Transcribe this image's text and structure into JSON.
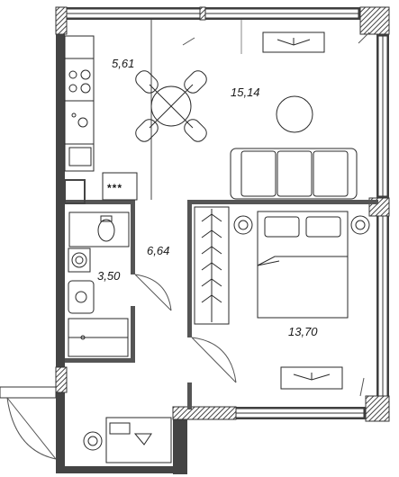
{
  "rooms": {
    "kitchen": {
      "area": "5,61"
    },
    "living": {
      "area": "15,14"
    },
    "hall": {
      "area": "6,64"
    },
    "bath": {
      "area": "3,50"
    },
    "bedroom": {
      "area": "13,70"
    }
  },
  "fridge_marking": "***",
  "colors": {
    "wall": "#3a3a3a",
    "wall_outer": "#4a4a4a",
    "window": "#ffffff",
    "furniture_line": "#2a2a2a",
    "door_line": "#555555"
  }
}
